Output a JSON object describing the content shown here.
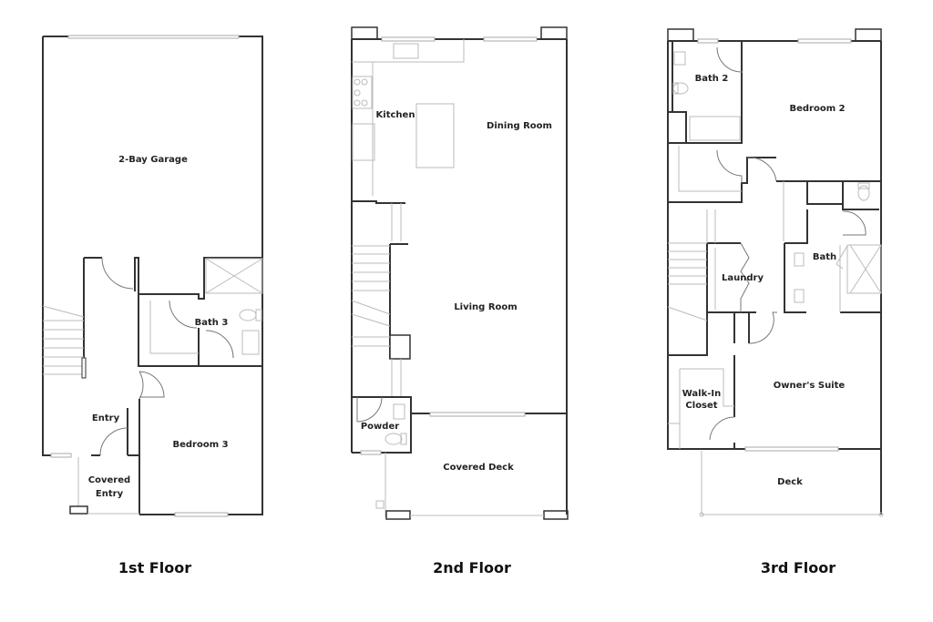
{
  "floors": [
    {
      "title": "1st Floor",
      "rooms": [
        {
          "label": "2-Bay Garage"
        },
        {
          "label": "Bath 3"
        },
        {
          "label": "Entry"
        },
        {
          "label": "Bedroom 3"
        },
        {
          "label": "Covered",
          "label2": "Entry"
        }
      ]
    },
    {
      "title": "2nd Floor",
      "rooms": [
        {
          "label": "Kitchen"
        },
        {
          "label": "Dining Room"
        },
        {
          "label": "Living Room"
        },
        {
          "label": "Powder"
        },
        {
          "label": "Covered Deck"
        }
      ]
    },
    {
      "title": "3rd Floor",
      "rooms": [
        {
          "label": "Bath 2"
        },
        {
          "label": "Bedroom 2"
        },
        {
          "label": "Laundry"
        },
        {
          "label": "Bath"
        },
        {
          "label": "Walk-In",
          "label2": "Closet"
        },
        {
          "label": "Owner's Suite"
        },
        {
          "label": "Deck"
        }
      ]
    }
  ]
}
